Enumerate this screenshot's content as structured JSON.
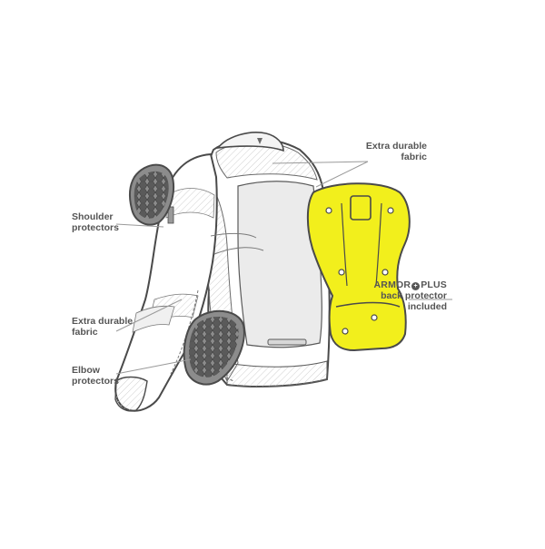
{
  "callouts": {
    "extra_durable_top": {
      "line1": "Extra durable",
      "line2": "fabric"
    },
    "shoulder": {
      "line1": "Shoulder",
      "line2": "protectors"
    },
    "extra_durable_side": {
      "line1": "Extra durable",
      "line2": "fabric"
    },
    "elbow": {
      "line1": "Elbow",
      "line2": "protectors"
    },
    "back": {
      "brand_left": "ARMOR",
      "brand_right": "PLUS",
      "line1": "back protector",
      "line2": "included"
    }
  },
  "colors": {
    "outline": "#4a4a4a",
    "jacket_fill": "#ffffff",
    "panel_fill": "#ececec",
    "armor_gray": "#8c8c8c",
    "back_protector": "#f2ef1c",
    "label_text": "#555555",
    "leader_line": "#9a9a9a"
  },
  "icons": {
    "shoulder_protector": "honeycomb-pad-icon",
    "elbow_protector": "honeycomb-pad-icon",
    "back_protector": "back-protector-icon",
    "brand_mark": "armor-plus-logo-icon"
  }
}
